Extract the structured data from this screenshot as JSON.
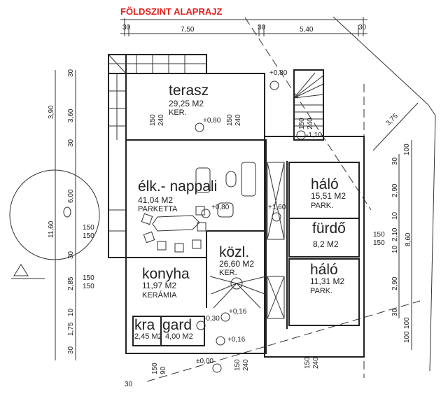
{
  "title": "FÖLDSZINT ALAPRAJZ",
  "accent_color": "#e0201c",
  "rooms": {
    "terasz": {
      "name": "terasz",
      "area": "29,25 M2",
      "material": "KER."
    },
    "nappali": {
      "name": "élk.- nappali",
      "area": "41,04 M2",
      "material": "PARKETTA"
    },
    "halo1": {
      "name": "háló",
      "area": "15,51 M2",
      "material": "PARK."
    },
    "furdo": {
      "name": "fürdő",
      "area": "8,2 M2"
    },
    "kozl": {
      "name": "közl.",
      "area": "26,60 M2",
      "material": "KER."
    },
    "konyha": {
      "name": "konyha",
      "area": "11,97 M2",
      "material": "KERÁMIA"
    },
    "halo2": {
      "name": "háló",
      "area": "11,31 M2",
      "material": "PARK."
    },
    "kra": {
      "name": "kra",
      "area": "2,45 M2"
    },
    "gard": {
      "name": "gard",
      "area": "4,00 M2"
    }
  },
  "levels": [
    "+0,80",
    "+0,80",
    "-1,10",
    "+0,80",
    "+1,60",
    "+0,16",
    "-0,30",
    "+0,16",
    "±0,00"
  ],
  "top_dims": [
    "30",
    "7,50",
    "30",
    "5,40",
    "30"
  ],
  "left_outer_dims": [
    "3,90",
    "11,60"
  ],
  "left_inner_dims": [
    "30",
    "3,60",
    "30",
    "6,00",
    "30",
    "2,85",
    "10",
    "1,75",
    "30"
  ],
  "right_inner_dims": [
    "30",
    "2,90",
    "10",
    "2,10",
    "10",
    "2,90",
    "30"
  ],
  "right_outer_dims": [
    "100",
    "8,60",
    "100",
    "100"
  ],
  "diag_dim": "3,75",
  "window_labels": {
    "w1": [
      "150",
      "150"
    ],
    "w2": [
      "150",
      "150"
    ],
    "w3": [
      "150",
      "150"
    ]
  },
  "sill_labels": {
    "s1": [
      "150",
      "240"
    ],
    "s2": [
      "150",
      "240"
    ],
    "s3": [
      "150",
      "240"
    ],
    "s4": [
      "150",
      "90"
    ],
    "s5": [
      "150",
      "240"
    ],
    "s6": [
      "150",
      "240"
    ]
  },
  "bottom_dim": "30"
}
